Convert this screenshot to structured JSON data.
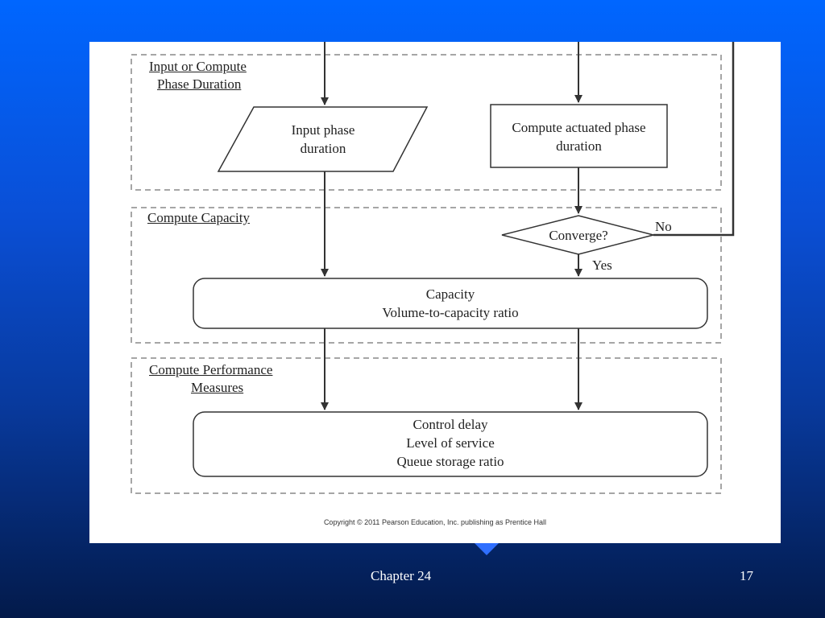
{
  "regions": {
    "input_phase": [
      "Input or Compute",
      "Phase Duration"
    ],
    "capacity": [
      "Compute Capacity"
    ],
    "performance": [
      "Compute Performance",
      "Measures"
    ]
  },
  "nodes": {
    "input_phase_duration": [
      "Input phase",
      "duration"
    ],
    "compute_actuated": [
      "Compute actuated phase",
      "duration"
    ],
    "converge": [
      "Converge?"
    ],
    "capacity_box": [
      "Capacity",
      "Volume-to-capacity ratio"
    ],
    "performance_box": [
      "Control delay",
      "Level of service",
      "Queue storage ratio"
    ]
  },
  "edges": {
    "no_label": "No",
    "yes_label": "Yes"
  },
  "copyright": "Copyright © 2011 Pearson Education, Inc. publishing as Prentice Hall",
  "footer": {
    "chapter": "Chapter 24",
    "page_number": "17"
  }
}
